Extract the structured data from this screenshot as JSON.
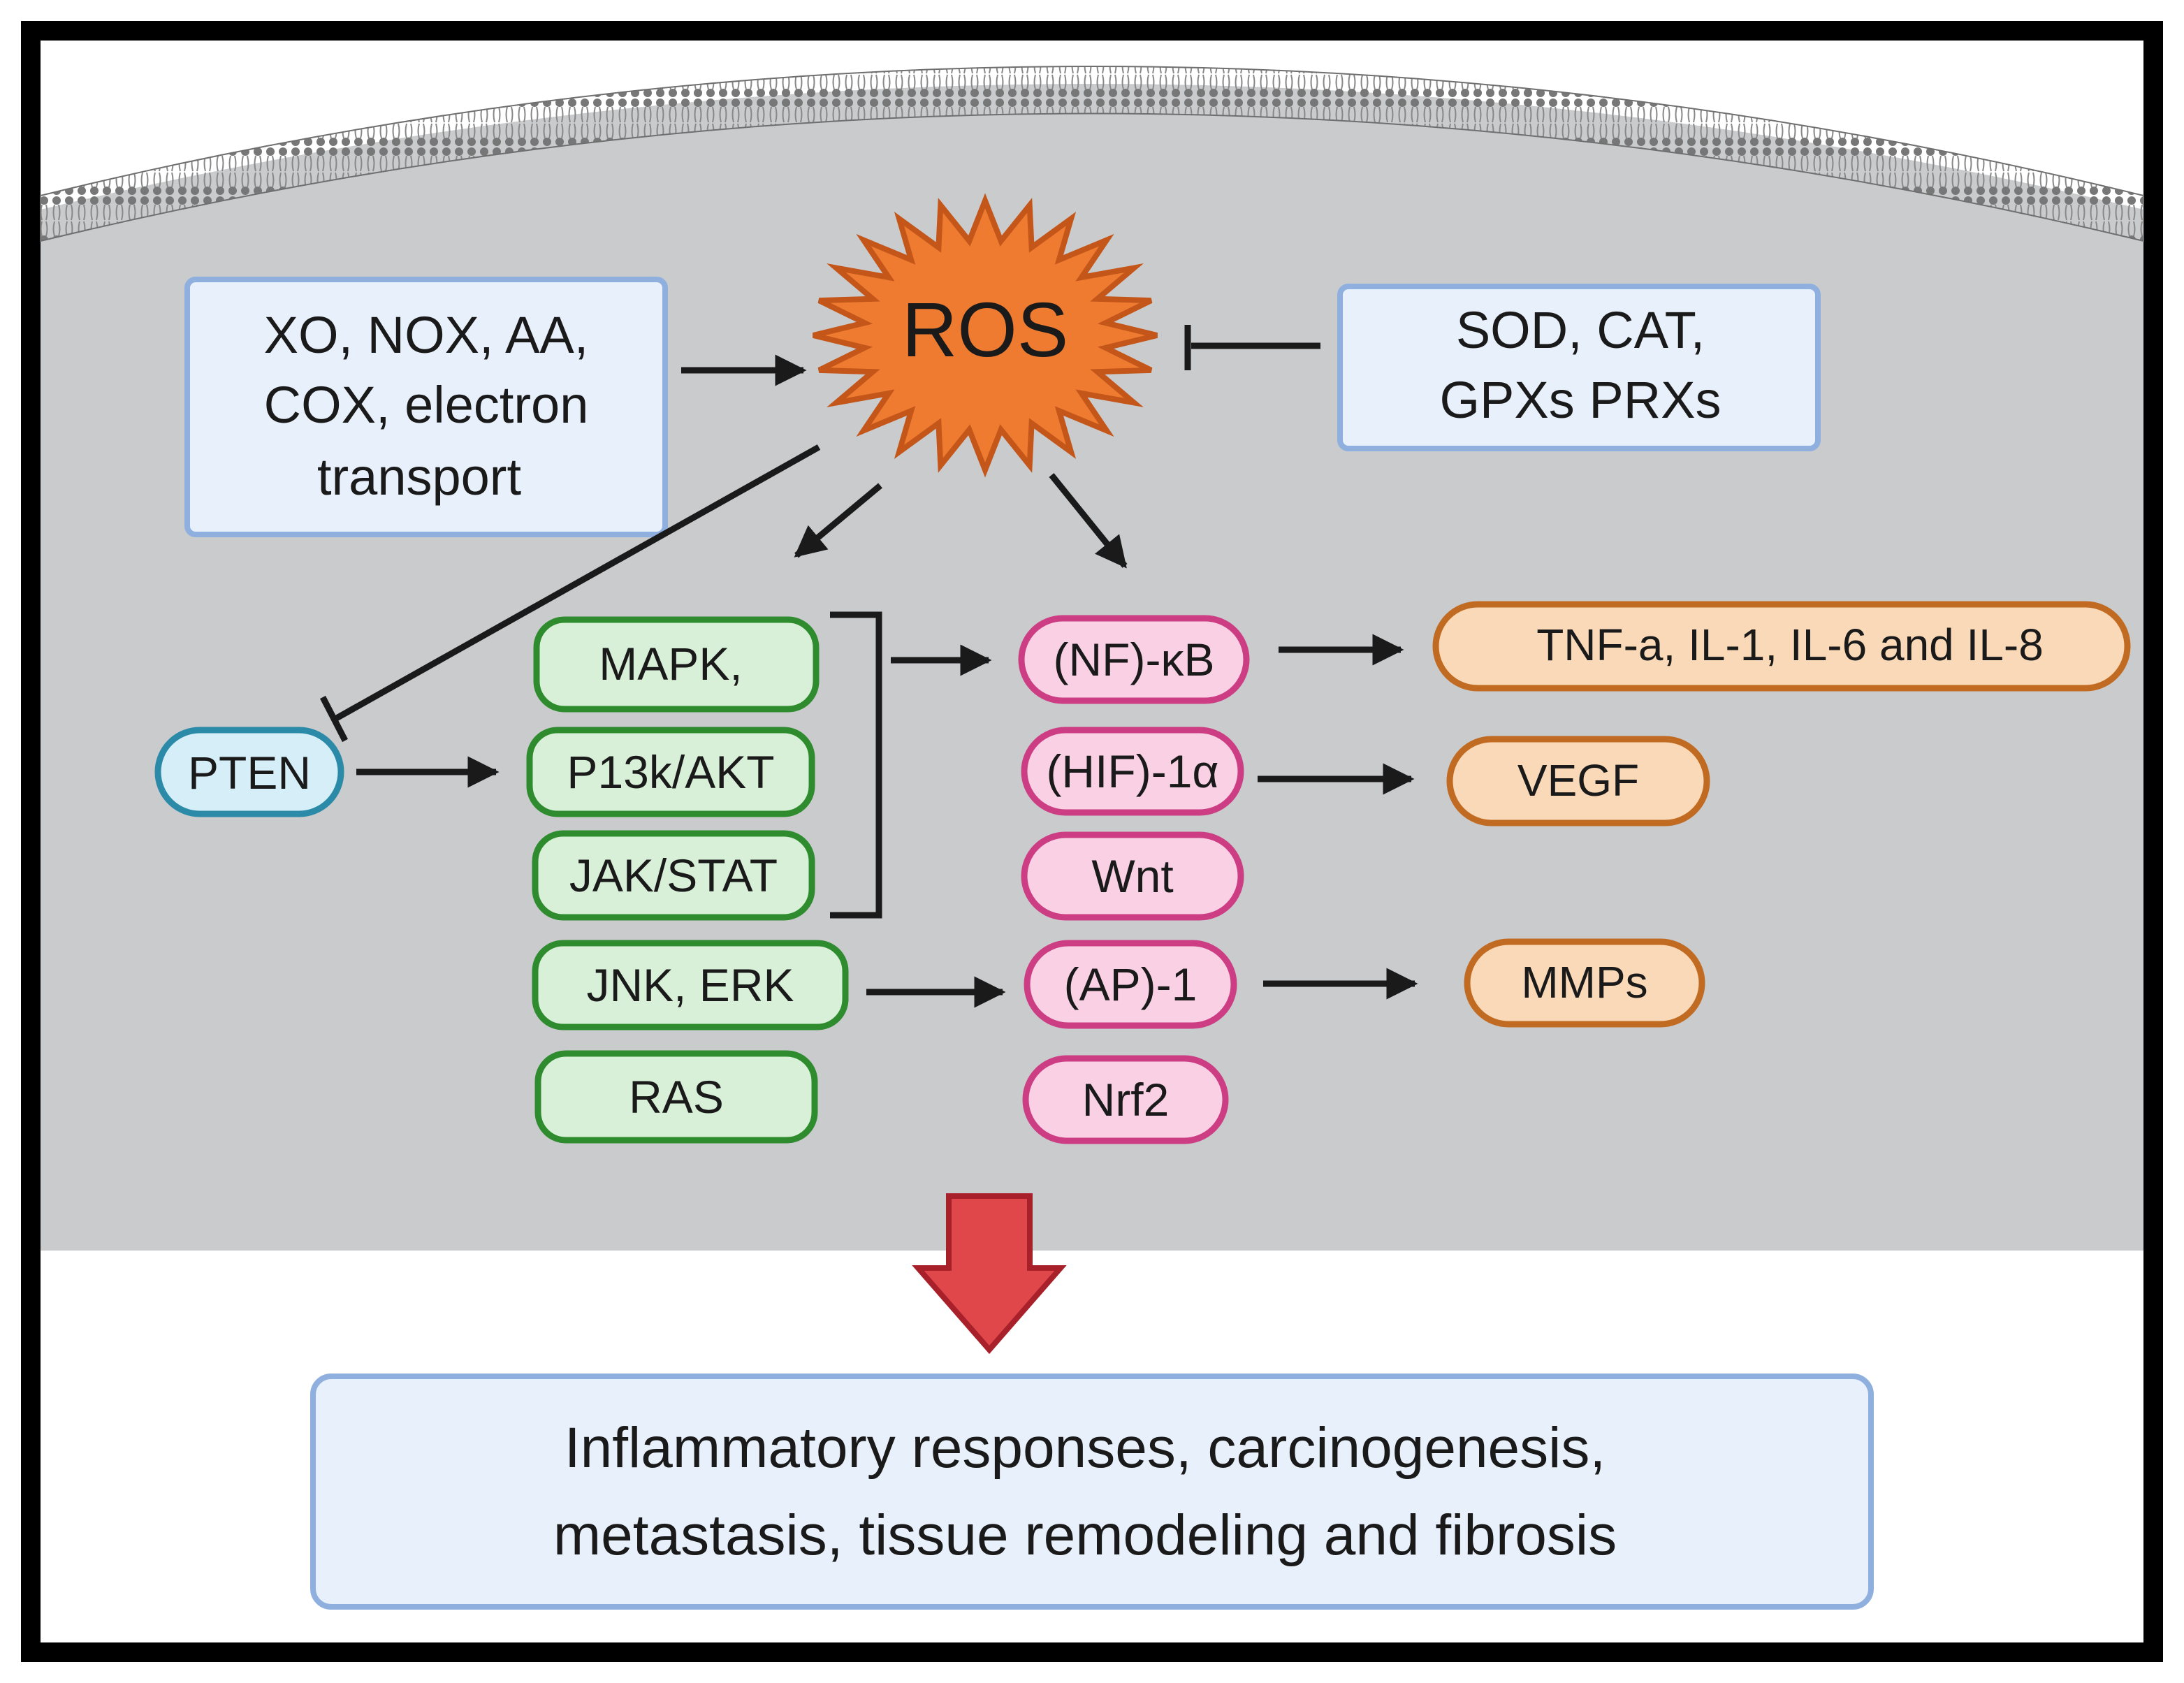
{
  "ros": {
    "label": "ROS"
  },
  "producers": {
    "lines": [
      "XO, NOX,  AA,",
      "COX, electron",
      "transport"
    ]
  },
  "antioxidants": {
    "lines": [
      "SOD,  CAT,",
      "GPXs  PRXs"
    ]
  },
  "pten": {
    "label": "PTEN"
  },
  "kinases": [
    "MAPK,",
    "P13k/AKT",
    "JAK/STAT",
    "JNK, ERK",
    "RAS"
  ],
  "transcription_factors": [
    "(NF)-κB",
    "(HIF)-1α",
    "Wnt",
    "(AP)-1",
    "Nrf2"
  ],
  "outputs": [
    "TNF-a, IL-1, IL-6 and IL-8",
    "VEGF",
    "MMPs"
  ],
  "outcome": {
    "lines": [
      "Inflammatory responses, carcinogenesis,",
      "metastasis, tissue remodeling and fibrosis"
    ]
  },
  "colors": {
    "cell": "#c9cbcd",
    "membrane": "#8a8a8a",
    "ros_fill": "#ee7b30",
    "ros_stroke": "#c4561a",
    "blue_box_fill": "#e8f1fb",
    "blue_box_stroke": "#8fb0de",
    "kinase_fill": "#d8f0d8",
    "kinase_stroke": "#2e8b2e",
    "tf_fill": "#f9d0e4",
    "tf_stroke": "#cc3d84",
    "output_fill": "#f9d9b7",
    "output_stroke": "#c06a22",
    "pten_fill": "#d5eef7",
    "pten_stroke": "#2b8aa8",
    "arrow": "#1a1a1a",
    "big_arrow_fill": "#e0474b",
    "big_arrow_stroke": "#a8202a"
  }
}
